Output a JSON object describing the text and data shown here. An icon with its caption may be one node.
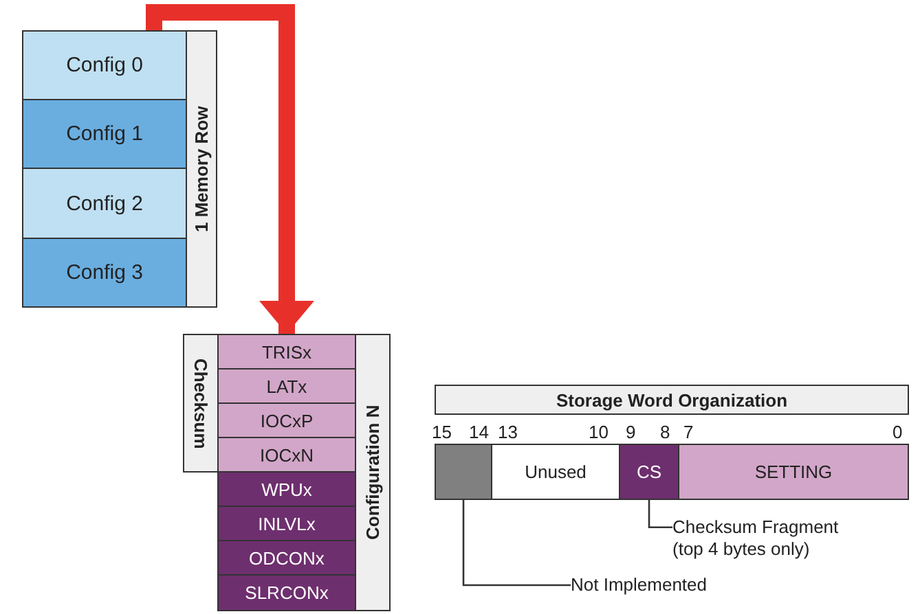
{
  "diagram": {
    "nodes": [
      {
        "text": [
          "Config 0"
        ]
      },
      {
        "text": [
          "Config 1"
        ]
      },
      {
        "text": [
          "Config 2"
        ]
      },
      {
        "text": [
          "Config 3"
        ]
      },
      {
        "text": [
          "1 Memory Row"
        ]
      },
      {
        "text": [
          "Checksum"
        ]
      },
      {
        "text": [
          "TRISx"
        ]
      },
      {
        "text": [
          "LATx"
        ]
      },
      {
        "text": [
          "IOCxP"
        ]
      },
      {
        "text": [
          "IOCxN"
        ]
      },
      {
        "text": [
          "WPUx"
        ]
      },
      {
        "text": [
          "INLVLx"
        ]
      },
      {
        "text": [
          "ODCONx"
        ]
      },
      {
        "text": [
          "SLRCONx"
        ]
      },
      {
        "text": [
          "Configuration N"
        ]
      },
      {
        "text": [
          "Storage Word Organization"
        ]
      },
      {
        "text": [],
        "shape": "box"
      },
      {
        "text": [
          "Unused"
        ]
      },
      {
        "text": [
          "CS"
        ]
      },
      {
        "text": [
          "SETTING"
        ]
      },
      {
        "text": [
          "Checksum Fragment (top 4 bytes only)"
        ]
      },
      {
        "text": [
          "Not Implemented"
        ]
      }
    ],
    "edges": [
      {
        "from": 0,
        "to": 6,
        "arrow": "to",
        "style": "thick",
        "color": "#e8302a"
      },
      {
        "from": 20,
        "to": 18,
        "arrow": "none"
      },
      {
        "from": 21,
        "to": 16,
        "arrow": "none"
      }
    ],
    "labels": [
      "15",
      "14",
      "13",
      "10",
      "9",
      "8",
      "7",
      "0"
    ]
  }
}
